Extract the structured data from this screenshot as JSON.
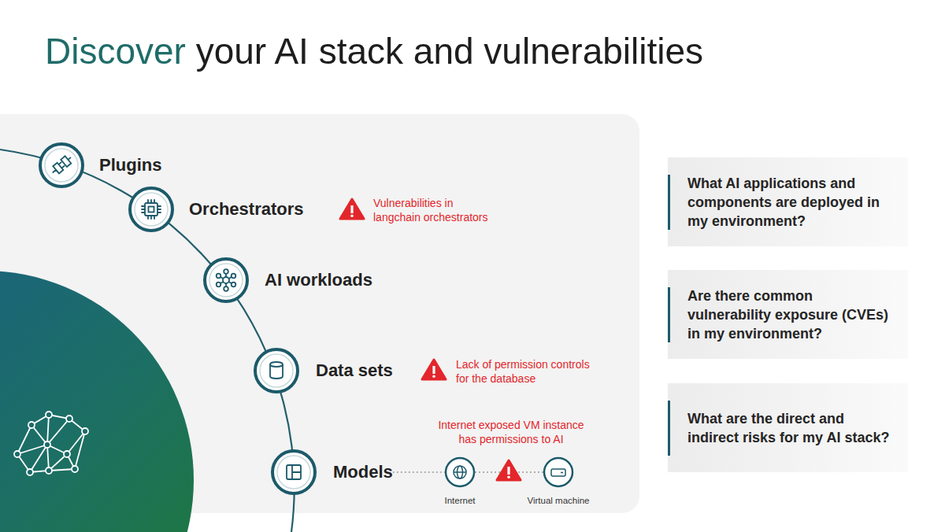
{
  "diagram": {
    "title": "Discover your AI stack and vulnerabilities",
    "nodes": [
      {
        "text": [
          "Plugins"
        ]
      },
      {
        "text": [
          "Orchestrators"
        ]
      },
      {
        "text": [
          "AI workloads"
        ]
      },
      {
        "text": [
          "Data sets"
        ]
      },
      {
        "text": [
          "Models"
        ]
      },
      {
        "text": [
          "Internet"
        ]
      },
      {
        "text": [
          "Virtual machine"
        ]
      },
      {
        "text": [
          "What AI applications and components are deployed in my environment?"
        ]
      },
      {
        "text": [
          "Are there common vulnerability exposure (CVEs) in my environment?"
        ]
      },
      {
        "text": [
          "What are the direct and indirect risks for my AI stack?"
        ]
      }
    ],
    "edges": [
      {
        "from": 4,
        "to": 5,
        "arrow": "none"
      },
      {
        "from": 5,
        "to": 6,
        "arrow": "none"
      }
    ],
    "labels": [
      "Vulnerabilities in langchain orchestrators",
      "Lack of permission controls for the database",
      "Internet exposed VM instance has permissions to AI"
    ]
  }
}
